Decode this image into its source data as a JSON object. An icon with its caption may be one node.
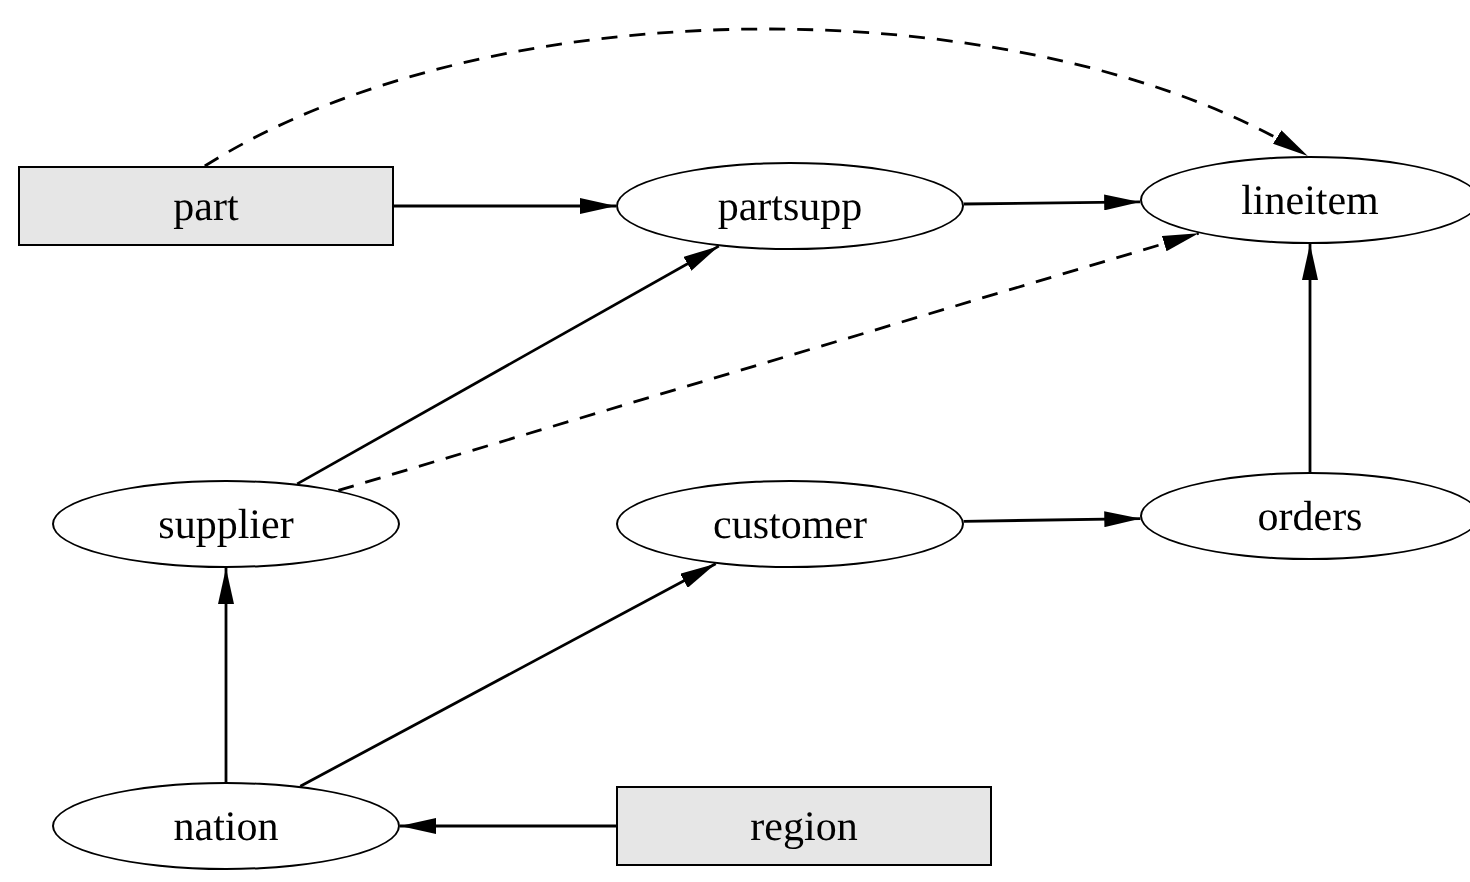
{
  "diagram": {
    "nodes": [
      {
        "text": [
          "part"
        ]
      },
      {
        "text": [
          "partsupp"
        ]
      },
      {
        "text": [
          "lineitem"
        ]
      },
      {
        "text": [
          "supplier"
        ]
      },
      {
        "text": [
          "customer"
        ]
      },
      {
        "text": [
          "orders"
        ]
      },
      {
        "text": [
          "nation"
        ]
      },
      {
        "text": [
          "region"
        ]
      }
    ],
    "edges": [
      {
        "from": 0,
        "to": 2,
        "arrow": "to",
        "style": "dashed"
      },
      {
        "from": 0,
        "to": 1,
        "arrow": "to"
      },
      {
        "from": 1,
        "to": 2,
        "arrow": "to"
      },
      {
        "from": 3,
        "to": 1,
        "arrow": "to"
      },
      {
        "from": 3,
        "to": 2,
        "arrow": "to",
        "style": "dashed"
      },
      {
        "from": 4,
        "to": 5,
        "arrow": "to"
      },
      {
        "from": 5,
        "to": 2,
        "arrow": "to"
      },
      {
        "from": 6,
        "to": 3,
        "arrow": "to"
      },
      {
        "from": 6,
        "to": 4,
        "arrow": "to"
      },
      {
        "from": 7,
        "to": 6,
        "arrow": "to"
      }
    ]
  }
}
